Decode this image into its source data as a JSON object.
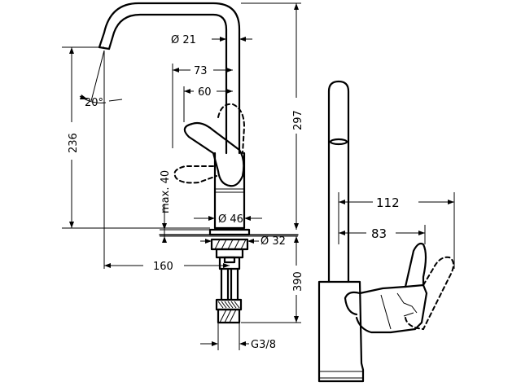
{
  "front_view": {
    "dim_diameter_spout": "Ø 21",
    "dim_73": "73",
    "dim_60": "60",
    "dim_angle": "20°",
    "dim_236": "236",
    "dim_max40": "max. 40",
    "dim_diameter_base": "Ø 46",
    "dim_diameter_hole": "Ø 32",
    "dim_160": "160",
    "dim_297": "297",
    "dim_390": "390",
    "dim_thread": "G3/8"
  },
  "side_view": {
    "dim_112": "112",
    "dim_83": "83"
  }
}
